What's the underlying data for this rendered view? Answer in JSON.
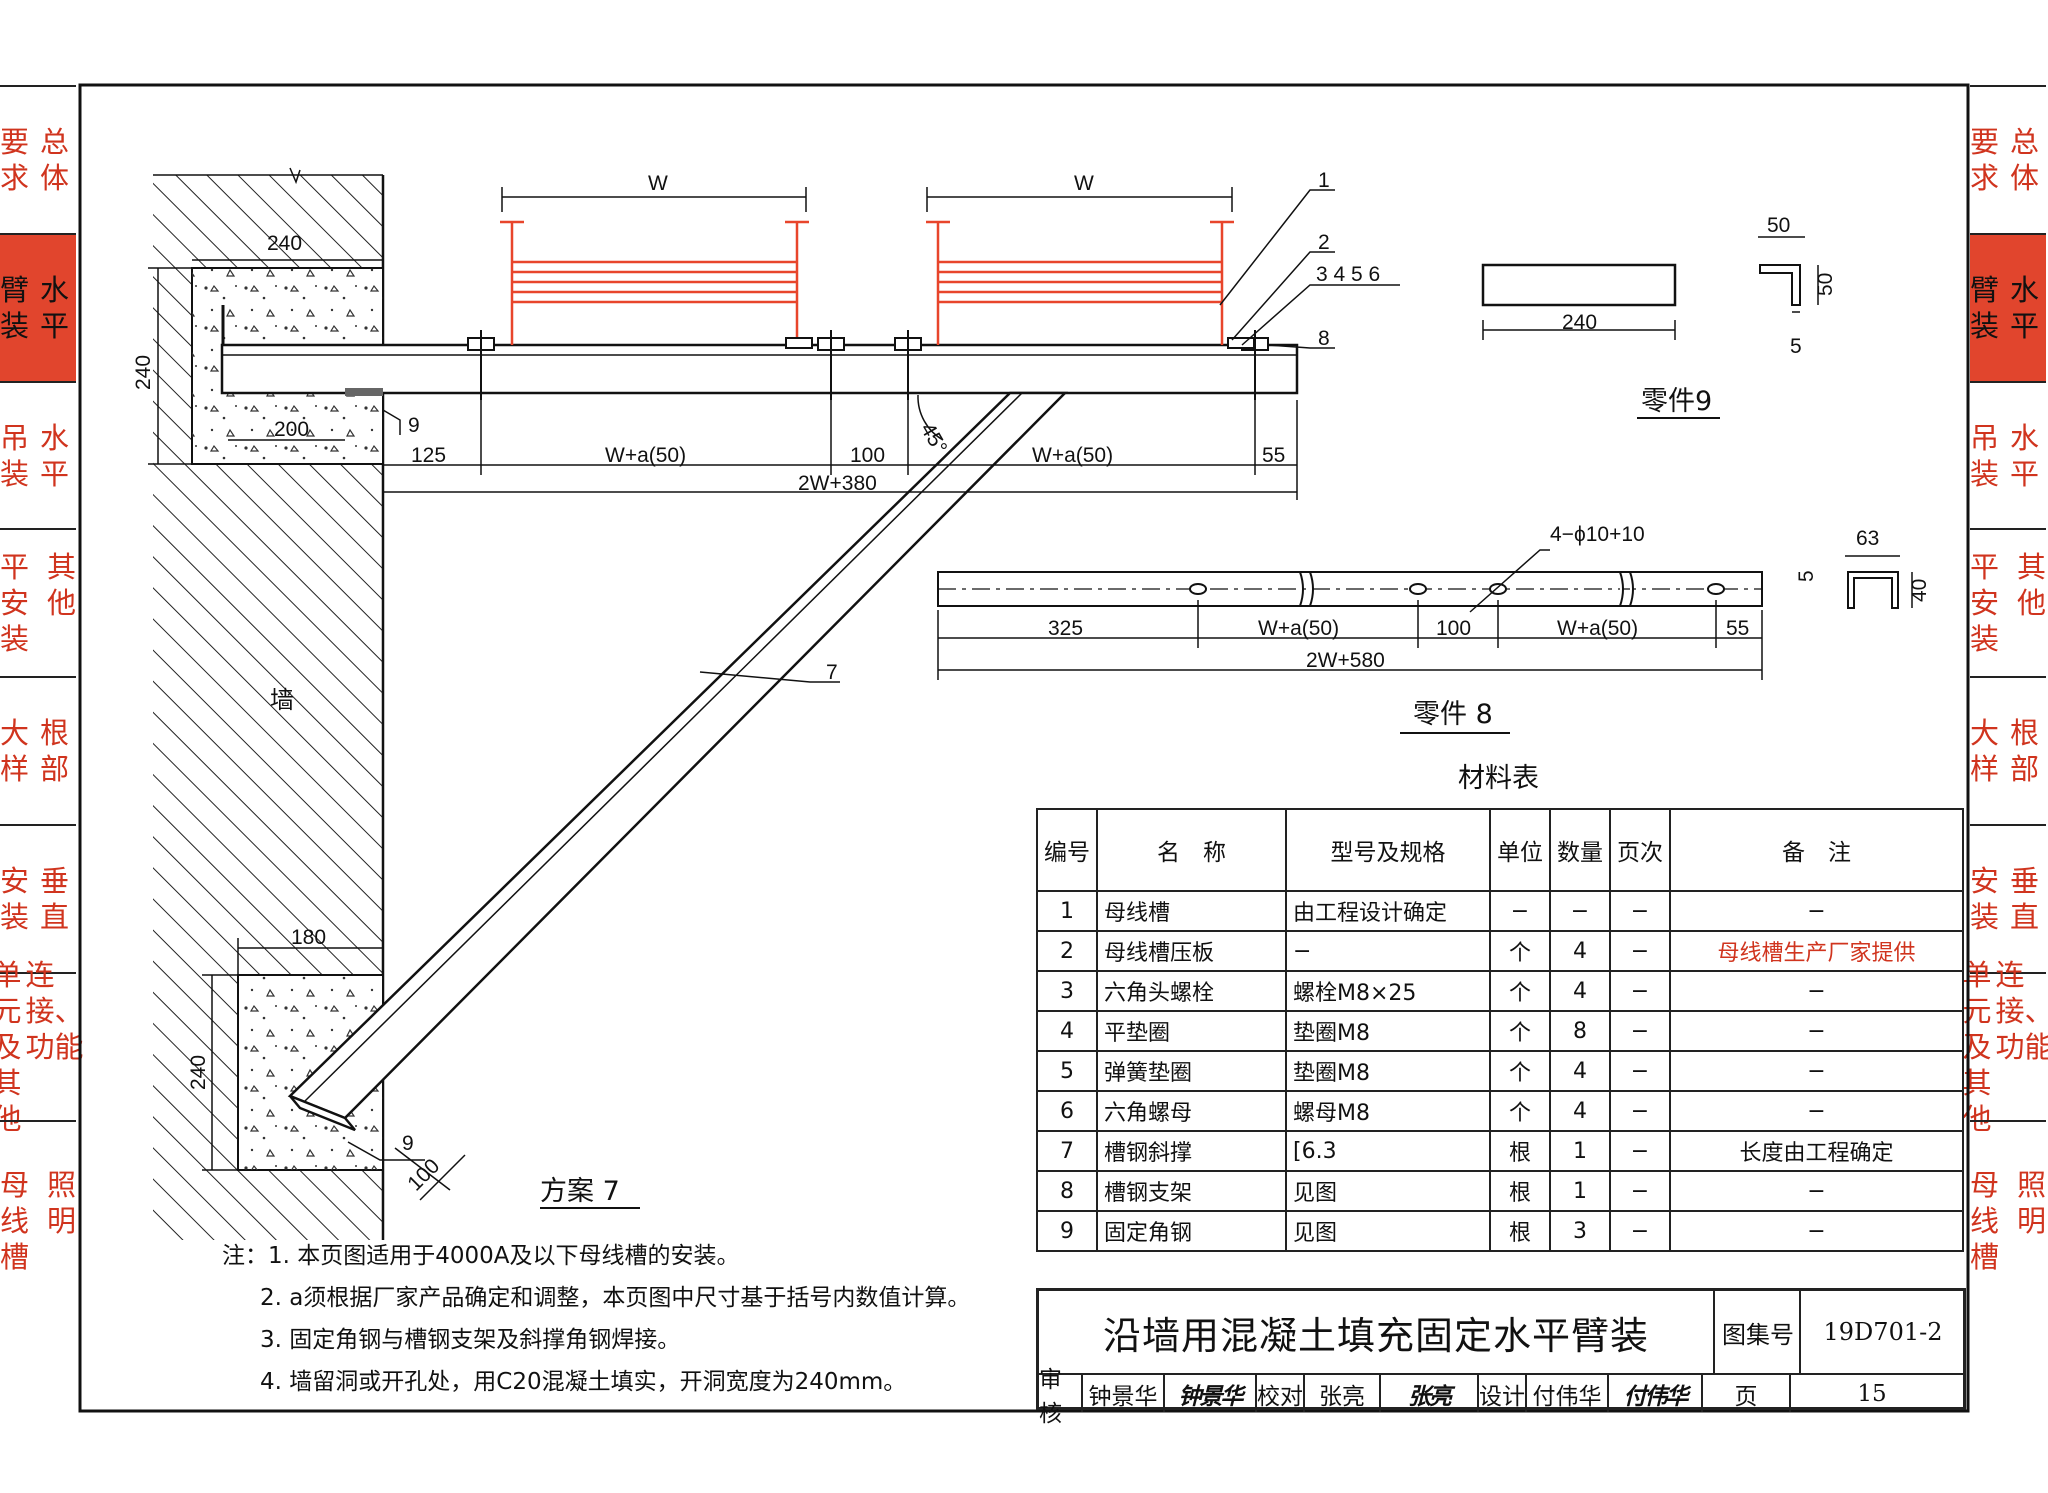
{
  "side_tabs": {
    "left": [
      {
        "cols": [
          "总体",
          "要求"
        ],
        "active": false
      },
      {
        "cols": [
          "水平",
          "臂装"
        ],
        "active": true
      },
      {
        "cols": [
          "水平",
          "吊装"
        ],
        "active": false
      },
      {
        "cols": [
          "其他",
          "平安装"
        ],
        "active": false
      },
      {
        "cols": [
          "根部",
          "大样"
        ],
        "active": false
      },
      {
        "cols": [
          "垂直",
          "安装"
        ],
        "active": false
      },
      {
        "cols": [
          "连接、功能",
          "单元及其他"
        ],
        "active": false
      },
      {
        "cols": [
          "照明",
          "母线槽"
        ],
        "active": false
      }
    ],
    "right": [
      {
        "cols": [
          "总体",
          "要求"
        ],
        "active": false
      },
      {
        "cols": [
          "水平",
          "臂装"
        ],
        "active": true
      },
      {
        "cols": [
          "水平",
          "吊装"
        ],
        "active": false
      },
      {
        "cols": [
          "其他",
          "平安装"
        ],
        "active": false
      },
      {
        "cols": [
          "根部",
          "大样"
        ],
        "active": false
      },
      {
        "cols": [
          "垂直",
          "安装"
        ],
        "active": false
      },
      {
        "cols": [
          "连接、功能",
          "单元及其他"
        ],
        "active": false
      },
      {
        "cols": [
          "照明",
          "母线槽"
        ],
        "active": false
      }
    ]
  },
  "drawing": {
    "wall_label": "墙",
    "scheme_title": "方案 7",
    "dims": {
      "w1": "W",
      "w2": "W",
      "d240_top": "240",
      "d240_left": "240",
      "d200": "200",
      "d125": "125",
      "dwa1": "W+a(50)",
      "d100": "100",
      "dwa2": "W+a(50)",
      "d55": "55",
      "total": "2W+380",
      "angle": "45°",
      "d180": "180",
      "d240_low": "240",
      "d100_low": "100"
    },
    "callouts": {
      "c1": "1",
      "c2": "2",
      "c3456": "3 4 5 6",
      "c8": "8",
      "c9": "9",
      "c7": "7",
      "c9b": "9"
    },
    "part9": {
      "title": "零件9",
      "len": "240",
      "a": "50",
      "b": "50",
      "t": "5"
    },
    "part8": {
      "title": "零件 8",
      "holes": "4−ϕ10+10",
      "d325": "325",
      "dwa1": "W+a(50)",
      "d100": "100",
      "dwa2": "W+a(50)",
      "d55": "55",
      "total": "2W+580",
      "c63": "63",
      "c40": "40",
      "c5": "5"
    }
  },
  "material_table": {
    "title": "材料表",
    "headers": [
      "编号",
      "名　称",
      "型号及规格",
      "单位",
      "数量",
      "页次",
      "备　注"
    ],
    "rows": [
      [
        "1",
        "母线槽",
        "由工程设计确定",
        "−",
        "−",
        "−",
        "−"
      ],
      [
        "2",
        "母线槽压板",
        "−",
        "个",
        "4",
        "−",
        "母线槽生产厂家提供"
      ],
      [
        "3",
        "六角头螺栓",
        "螺栓M8×25",
        "个",
        "4",
        "−",
        "−"
      ],
      [
        "4",
        "平垫圈",
        "垫圈M8",
        "个",
        "8",
        "−",
        "−"
      ],
      [
        "5",
        "弹簧垫圈",
        "垫圈M8",
        "个",
        "4",
        "−",
        "−"
      ],
      [
        "6",
        "六角螺母",
        "螺母M8",
        "个",
        "4",
        "−",
        "−"
      ],
      [
        "7",
        "槽钢斜撑",
        "[6.3",
        "根",
        "1",
        "−",
        "长度由工程确定"
      ],
      [
        "8",
        "槽钢支架",
        "见图",
        "根",
        "1",
        "−",
        "−"
      ],
      [
        "9",
        "固定角钢",
        "见图",
        "根",
        "3",
        "−",
        "−"
      ]
    ]
  },
  "notes": [
    "注：1. 本页图适用于4000A及以下母线槽的安装。",
    "2. a须根据厂家产品确定和调整，本页图中尺寸基于括号内数值计算。",
    "3. 固定角钢与槽钢支架及斜撑角钢焊接。",
    "4. 墙留洞或开孔处，用C20混凝土填实，开洞宽度为240mm。"
  ],
  "title_block": {
    "title": "沿墙用混凝土填充固定水平臂装",
    "atlas_label": "图集号",
    "atlas_no": "19D701-2",
    "review_label": "审核",
    "reviewer": "钟景华",
    "reviewer_sig": "钟景华",
    "check_label": "校对",
    "checker": "张亮",
    "checker_sig": "张亮",
    "design_label": "设计",
    "designer": "付伟华",
    "designer_sig": "付伟华",
    "page_label": "页",
    "page_no": "15"
  },
  "colors": {
    "accent": "#e1452d",
    "busbar": "#e8452b",
    "line": "#111111"
  }
}
